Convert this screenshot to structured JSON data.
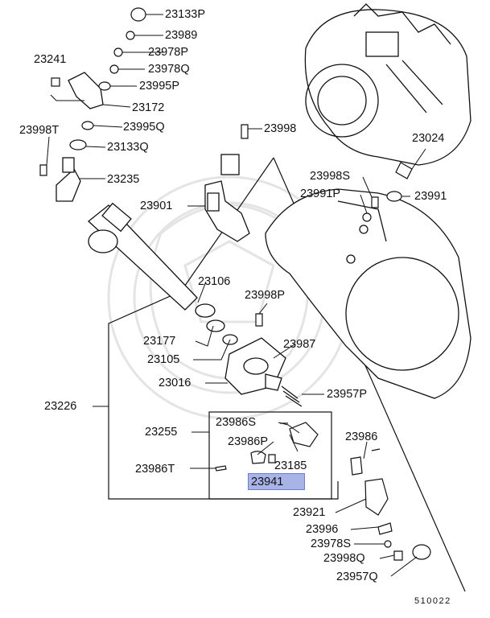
{
  "diagram": {
    "code": "510022",
    "highlighted_part": "23941",
    "callouts": [
      "23133P",
      "23989",
      "23978P",
      "23978Q",
      "23995P",
      "23241",
      "23172",
      "23995Q",
      "23998T",
      "23133Q",
      "23998",
      "23235",
      "23024",
      "23998S",
      "23991P",
      "23991",
      "23901",
      "23106",
      "23998P",
      "23177",
      "23987",
      "23105",
      "23016",
      "23957P",
      "23226",
      "23986S",
      "23255",
      "23986P",
      "23986",
      "23986T",
      "23185",
      "23941",
      "23921",
      "23996",
      "23978S",
      "23998Q",
      "23957Q"
    ]
  }
}
